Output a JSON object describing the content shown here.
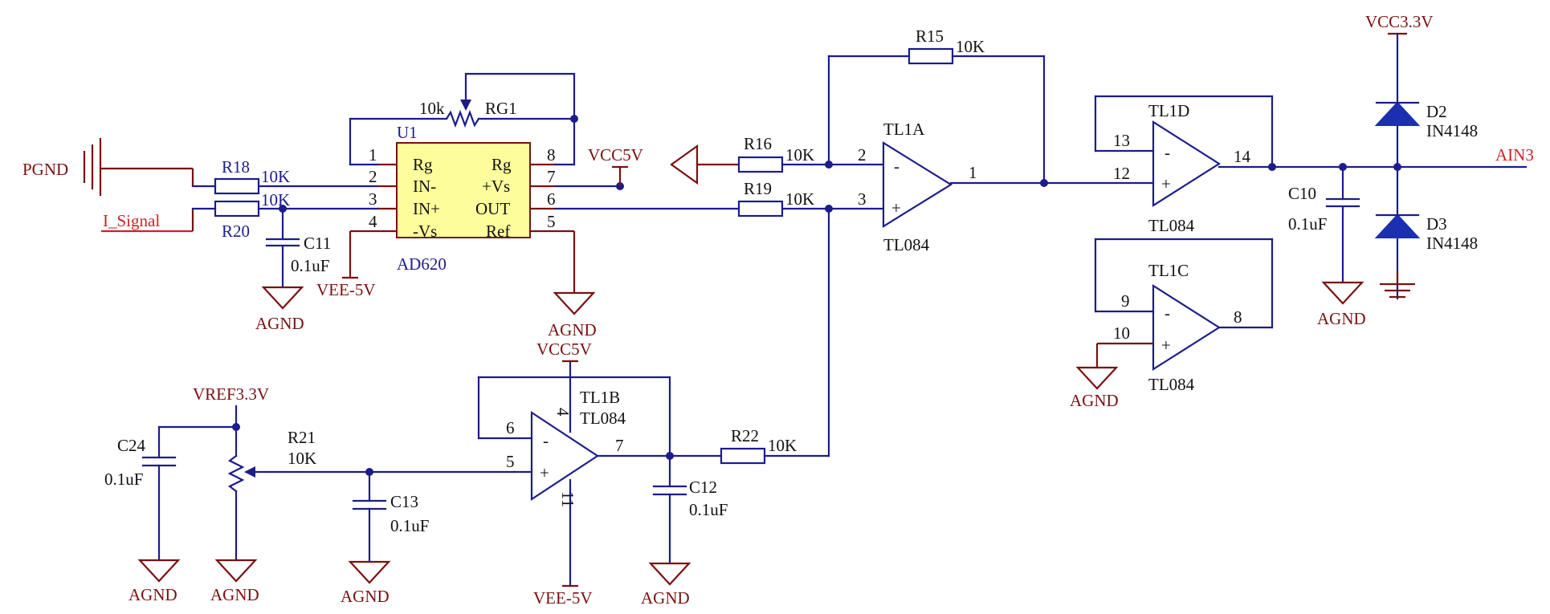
{
  "net_labels": {
    "pgnd": "PGND",
    "i_signal": "I_Signal",
    "vcc5v_u1": "VCC5V",
    "vee5v_u1": "VEE-5V",
    "vcc5v_tl1b": "VCC5V",
    "vee5v_tl1b": "VEE-5V",
    "vref": "VREF3.3V",
    "vcc33": "VCC3.3V",
    "ain3": "AIN3",
    "agnd": "AGND"
  },
  "components": {
    "r18": {
      "ref": "R18",
      "value": "10K"
    },
    "r20": {
      "ref": "R20",
      "value": "10K"
    },
    "c11": {
      "ref": "C11",
      "value": "0.1uF"
    },
    "rg1": {
      "ref": "RG1",
      "value": "10k"
    },
    "r16": {
      "ref": "R16",
      "value": "10K"
    },
    "r19": {
      "ref": "R19",
      "value": "10K"
    },
    "r15": {
      "ref": "R15",
      "value": "10K"
    },
    "r21": {
      "ref": "R21",
      "value": "10K"
    },
    "r22": {
      "ref": "R22",
      "value": "10K"
    },
    "c24": {
      "ref": "C24",
      "value": "0.1uF"
    },
    "c13": {
      "ref": "C13",
      "value": "0.1uF"
    },
    "c12": {
      "ref": "C12",
      "value": "0.1uF"
    },
    "c10": {
      "ref": "C10",
      "value": "0.1uF"
    },
    "d2": {
      "ref": "D2",
      "value": "IN4148"
    },
    "d3": {
      "ref": "D3",
      "value": "IN4148"
    }
  },
  "u1": {
    "ref": "U1",
    "part": "AD620",
    "pin_names_left": [
      "Rg",
      "IN-",
      "IN+",
      "-Vs"
    ],
    "pin_names_right": [
      "Rg",
      "+Vs",
      "OUT",
      "Ref"
    ],
    "pin_numbers_left": [
      "1",
      "2",
      "3",
      "4"
    ],
    "pin_numbers_right": [
      "8",
      "7",
      "6",
      "5"
    ]
  },
  "opamps": {
    "tl1a": {
      "ref": "TL1A",
      "part": "TL084",
      "pin_inv": "2",
      "pin_noninv": "3",
      "pin_out": "1",
      "minus": "-",
      "plus": "+"
    },
    "tl1b": {
      "ref": "TL1B",
      "part": "TL084",
      "pin_inv": "6",
      "pin_noninv": "5",
      "pin_out": "7",
      "pin_vcc": "4",
      "pin_vee": "11",
      "minus": "-",
      "plus": "+"
    },
    "tl1c": {
      "ref": "TL1C",
      "part": "TL084",
      "pin_inv": "9",
      "pin_noninv": "10",
      "pin_out": "8",
      "minus": "-",
      "plus": "+"
    },
    "tl1d": {
      "ref": "TL1D",
      "part": "TL084",
      "pin_inv": "13",
      "pin_noninv": "12",
      "pin_out": "14",
      "minus": "-",
      "plus": "+"
    }
  }
}
